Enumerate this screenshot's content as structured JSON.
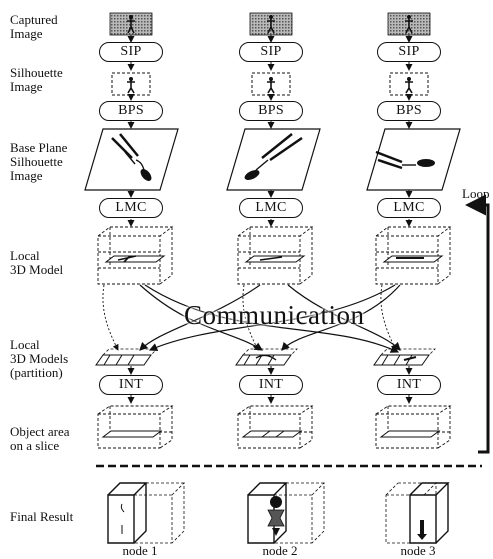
{
  "row_labels": {
    "captured": "Captured\nImage",
    "silhouette": "Silhouette\nImage",
    "base_plane": "Base Plane\nSilhouette\nImage",
    "local_model": "Local\n3D Model",
    "partition": "Local\n3D Models\n(partition)",
    "object_area": "Object area\non a slice",
    "final": "Final Result"
  },
  "process": {
    "sip": "SIP",
    "bps": "BPS",
    "lmc": "LMC",
    "int": "INT"
  },
  "communication": "Communication",
  "loop_label": "Loop",
  "nodes": [
    "node 1",
    "node 2",
    "node 3"
  ],
  "colors": {
    "ink": "#111111",
    "paper": "#ffffff",
    "halftone": "#8a8a8a"
  }
}
